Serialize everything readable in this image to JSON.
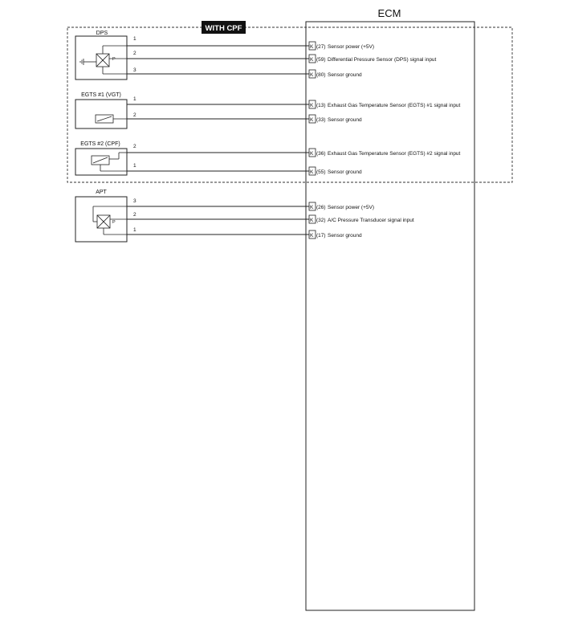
{
  "ecm": {
    "title": "ECM"
  },
  "cpf_badge": "WITH CPF",
  "components": [
    {
      "id": "dps",
      "label": "DPS",
      "sensor": "pressure",
      "sensor_symbol": "P",
      "wires": [
        {
          "pin": "1",
          "terminal": "K",
          "ecm_pin": "(27)",
          "description": "Sensor power (+5V)"
        },
        {
          "pin": "2",
          "terminal": "K",
          "ecm_pin": "(59)",
          "description": "Differential Pressure Sensor (DPS) signal input"
        },
        {
          "pin": "3",
          "terminal": "K",
          "ecm_pin": "(80)",
          "description": "Sensor ground"
        }
      ]
    },
    {
      "id": "egts1",
      "label": "EGTS #1 (VGT)",
      "sensor": "resistor",
      "wires": [
        {
          "pin": "1",
          "terminal": "K",
          "ecm_pin": "(13)",
          "description": "Exhaust Gas Temperature Sensor (EGTS) #1 signal input"
        },
        {
          "pin": "2",
          "terminal": "K",
          "ecm_pin": "(33)",
          "description": "Sensor ground"
        }
      ]
    },
    {
      "id": "egts2",
      "label": "EGTS #2 (CPF)",
      "sensor": "resistor",
      "wires": [
        {
          "pin": "2",
          "terminal": "K",
          "ecm_pin": "(36)",
          "description": "Exhaust Gas Temperature Sensor (EGTS) #2 signal input"
        },
        {
          "pin": "1",
          "terminal": "K",
          "ecm_pin": "(55)",
          "description": "Sensor ground"
        }
      ]
    },
    {
      "id": "apt",
      "label": "APT",
      "sensor": "pressure",
      "sensor_symbol": "P",
      "wires": [
        {
          "pin": "3",
          "terminal": "K",
          "ecm_pin": "(26)",
          "description": "Sensor power (+5V)"
        },
        {
          "pin": "2",
          "terminal": "K",
          "ecm_pin": "(32)",
          "description": "A/C Pressure Transducer signal input"
        },
        {
          "pin": "1",
          "terminal": "K",
          "ecm_pin": "(17)",
          "description": "Sensor ground"
        }
      ]
    }
  ]
}
